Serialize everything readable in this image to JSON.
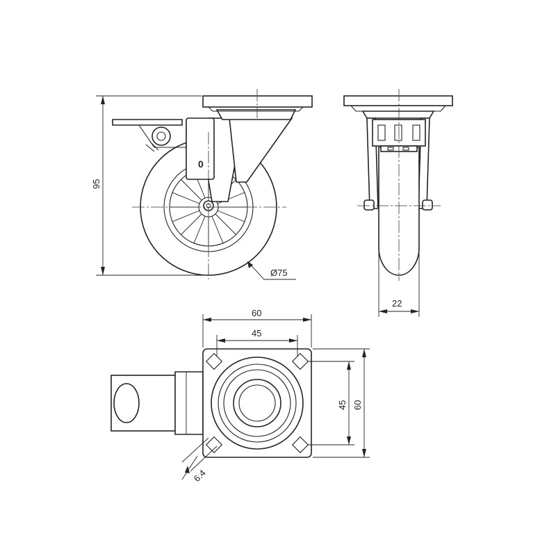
{
  "dimensions": {
    "height": "95",
    "wheel_diameter": "Ø75",
    "wheel_width": "22",
    "plate_width": "60",
    "hole_spacing_x": "45",
    "hole_spacing_y": "45",
    "plate_height": "60",
    "slot": "6.4"
  },
  "lock_mark": "0"
}
